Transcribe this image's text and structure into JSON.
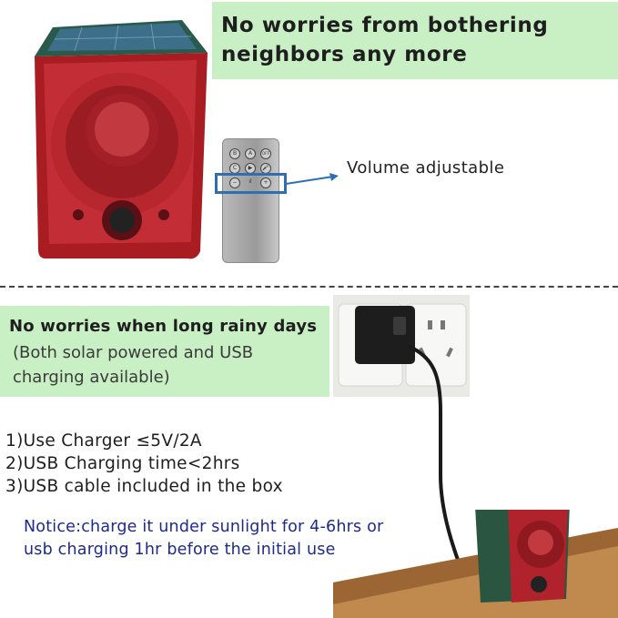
{
  "top_banner": {
    "line1": "No worries from bothering",
    "line2": "neighbors any more"
  },
  "remote_callout": {
    "label": "Volume adjustable"
  },
  "remote_buttons": [
    "B",
    "A",
    "OFF",
    "C",
    "▶",
    "🎤",
    "−",
    "ıl",
    "+"
  ],
  "rain_banner": {
    "title": "No worries when long rainy days",
    "note_line1": "(Both solar powered and USB",
    "note_line2": "charging available)"
  },
  "specs": [
    "1)Use Charger ≤5V/2A",
    "2)USB Charging time<2hrs",
    "3)USB cable included in the box"
  ],
  "notice": {
    "line1": "Notice:charge it under sunlight for 4-6hrs or",
    "line2": "usb charging 1hr before the initial use"
  },
  "colors": {
    "banner_green": "#c9f0c4",
    "device_red": "#c8202a",
    "device_green": "#1f5a44",
    "notice_blue": "#1e2a8a",
    "highlight_blue": "#2f6fb0"
  }
}
